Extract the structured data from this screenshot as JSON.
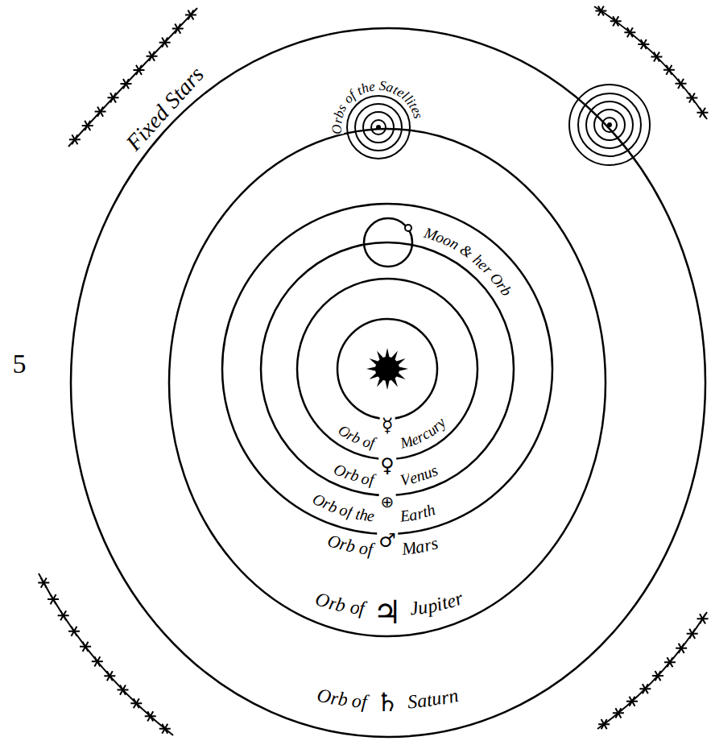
{
  "diagram": {
    "labels": [
      "Fixed Stars",
      "Orbs of the Satellites",
      "Moon & her Orb",
      "Orb of Mercury",
      "☿",
      "Orb of Venus",
      "♀",
      "Orb of the Earth",
      "⊕",
      "Orb of Mars",
      "♂",
      "Orb of Jupiter",
      "♃",
      "Orb of Saturn",
      "♄",
      "5"
    ]
  }
}
